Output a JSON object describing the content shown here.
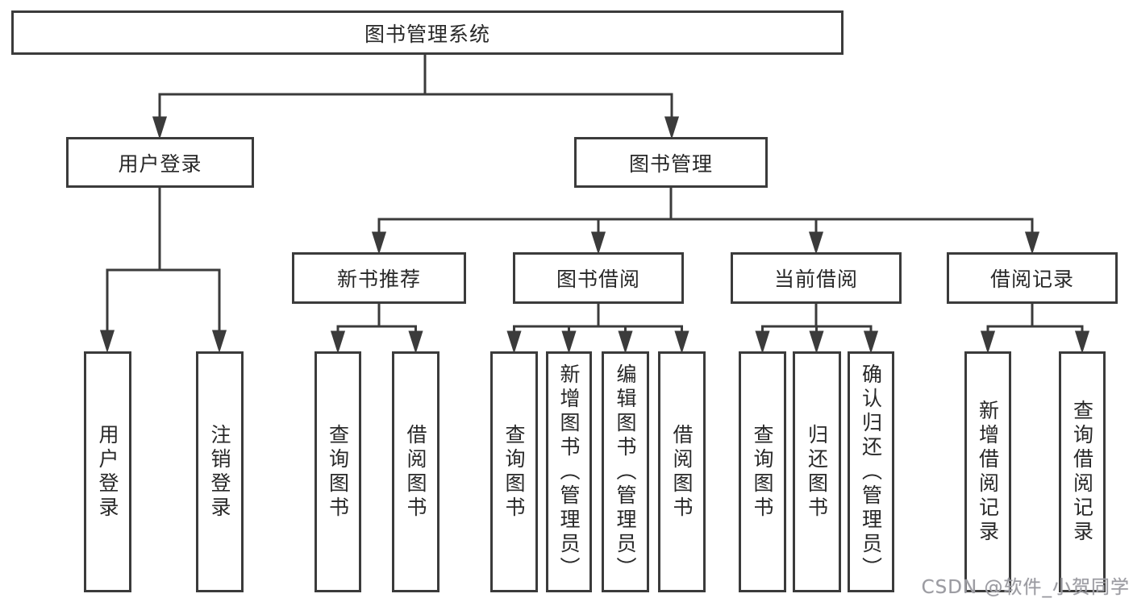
{
  "nodes": {
    "root": {
      "label": "图书管理系统"
    },
    "user_login": {
      "label": "用户登录"
    },
    "book_mgmt": {
      "label": "图书管理"
    },
    "new_book": {
      "label": "新书推荐"
    },
    "book_borrow": {
      "label": "图书借阅"
    },
    "current_borrow": {
      "label": "当前借阅"
    },
    "borrow_record": {
      "label": "借阅记录"
    },
    "leaf_user_login": {
      "label": "用户登录"
    },
    "leaf_logout": {
      "label": "注销登录"
    },
    "leaf_newbook_query": {
      "label": "查询图书"
    },
    "leaf_newbook_borrow": {
      "label": "借阅图书"
    },
    "leaf_borrow_query": {
      "label": "查询图书"
    },
    "leaf_borrow_add": {
      "label": "新增图书（管理员）"
    },
    "leaf_borrow_edit": {
      "label": "编辑图书（管理员）"
    },
    "leaf_borrow_borrow": {
      "label": "借阅图书"
    },
    "leaf_current_query": {
      "label": "查询图书"
    },
    "leaf_current_return": {
      "label": "归还图书"
    },
    "leaf_current_confirm": {
      "label": "确认归还（管理员）"
    },
    "leaf_record_add": {
      "label": "新增借阅记录"
    },
    "leaf_record_query": {
      "label": "查询借阅记录"
    }
  },
  "watermark": {
    "text": "CSDN @软件_小贺同学"
  },
  "colors": {
    "line": "#3b3b3b",
    "text": "#282828",
    "background": "#ffffff",
    "watermark": "#9b9ba1"
  }
}
